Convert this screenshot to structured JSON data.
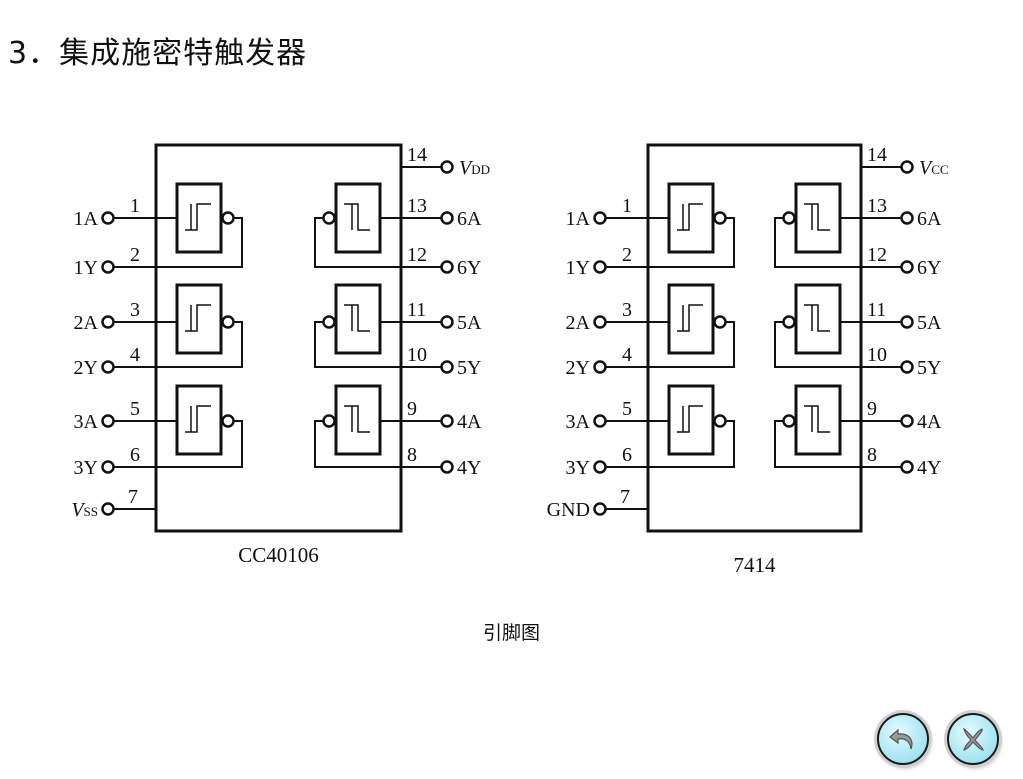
{
  "slide": {
    "title": "3．集成施密特触发器",
    "caption": "引脚图"
  },
  "chips": [
    {
      "name": "CC40106",
      "power_pin": {
        "number": "14",
        "label_main": "V",
        "label_sub": "DD"
      },
      "ground_pin": {
        "number": "7",
        "label_main": "V",
        "label_sub": "SS"
      },
      "left_pins": [
        {
          "number": "1",
          "label": "1A"
        },
        {
          "number": "2",
          "label": "1Y"
        },
        {
          "number": "3",
          "label": "2A"
        },
        {
          "number": "4",
          "label": "2Y"
        },
        {
          "number": "5",
          "label": "3A"
        },
        {
          "number": "6",
          "label": "3Y"
        }
      ],
      "right_pins": [
        {
          "number": "13",
          "label": "6A"
        },
        {
          "number": "12",
          "label": "6Y"
        },
        {
          "number": "11",
          "label": "5A"
        },
        {
          "number": "10",
          "label": "5Y"
        },
        {
          "number": "9",
          "label": "4A"
        },
        {
          "number": "8",
          "label": "4Y"
        }
      ]
    },
    {
      "name": "7414",
      "power_pin": {
        "number": "14",
        "label_main": "V",
        "label_sub": "CC"
      },
      "ground_pin": {
        "number": "7",
        "label_main": "GND",
        "label_sub": ""
      },
      "left_pins": [
        {
          "number": "1",
          "label": "1A"
        },
        {
          "number": "2",
          "label": "1Y"
        },
        {
          "number": "3",
          "label": "2A"
        },
        {
          "number": "4",
          "label": "2Y"
        },
        {
          "number": "5",
          "label": "3A"
        },
        {
          "number": "6",
          "label": "3Y"
        }
      ],
      "right_pins": [
        {
          "number": "13",
          "label": "6A"
        },
        {
          "number": "12",
          "label": "6Y"
        },
        {
          "number": "11",
          "label": "5A"
        },
        {
          "number": "10",
          "label": "5Y"
        },
        {
          "number": "9",
          "label": "4A"
        },
        {
          "number": "8",
          "label": "4Y"
        }
      ]
    }
  ],
  "nav": {
    "back_icon": "back-arrow-icon",
    "close_icon": "close-x-icon"
  }
}
